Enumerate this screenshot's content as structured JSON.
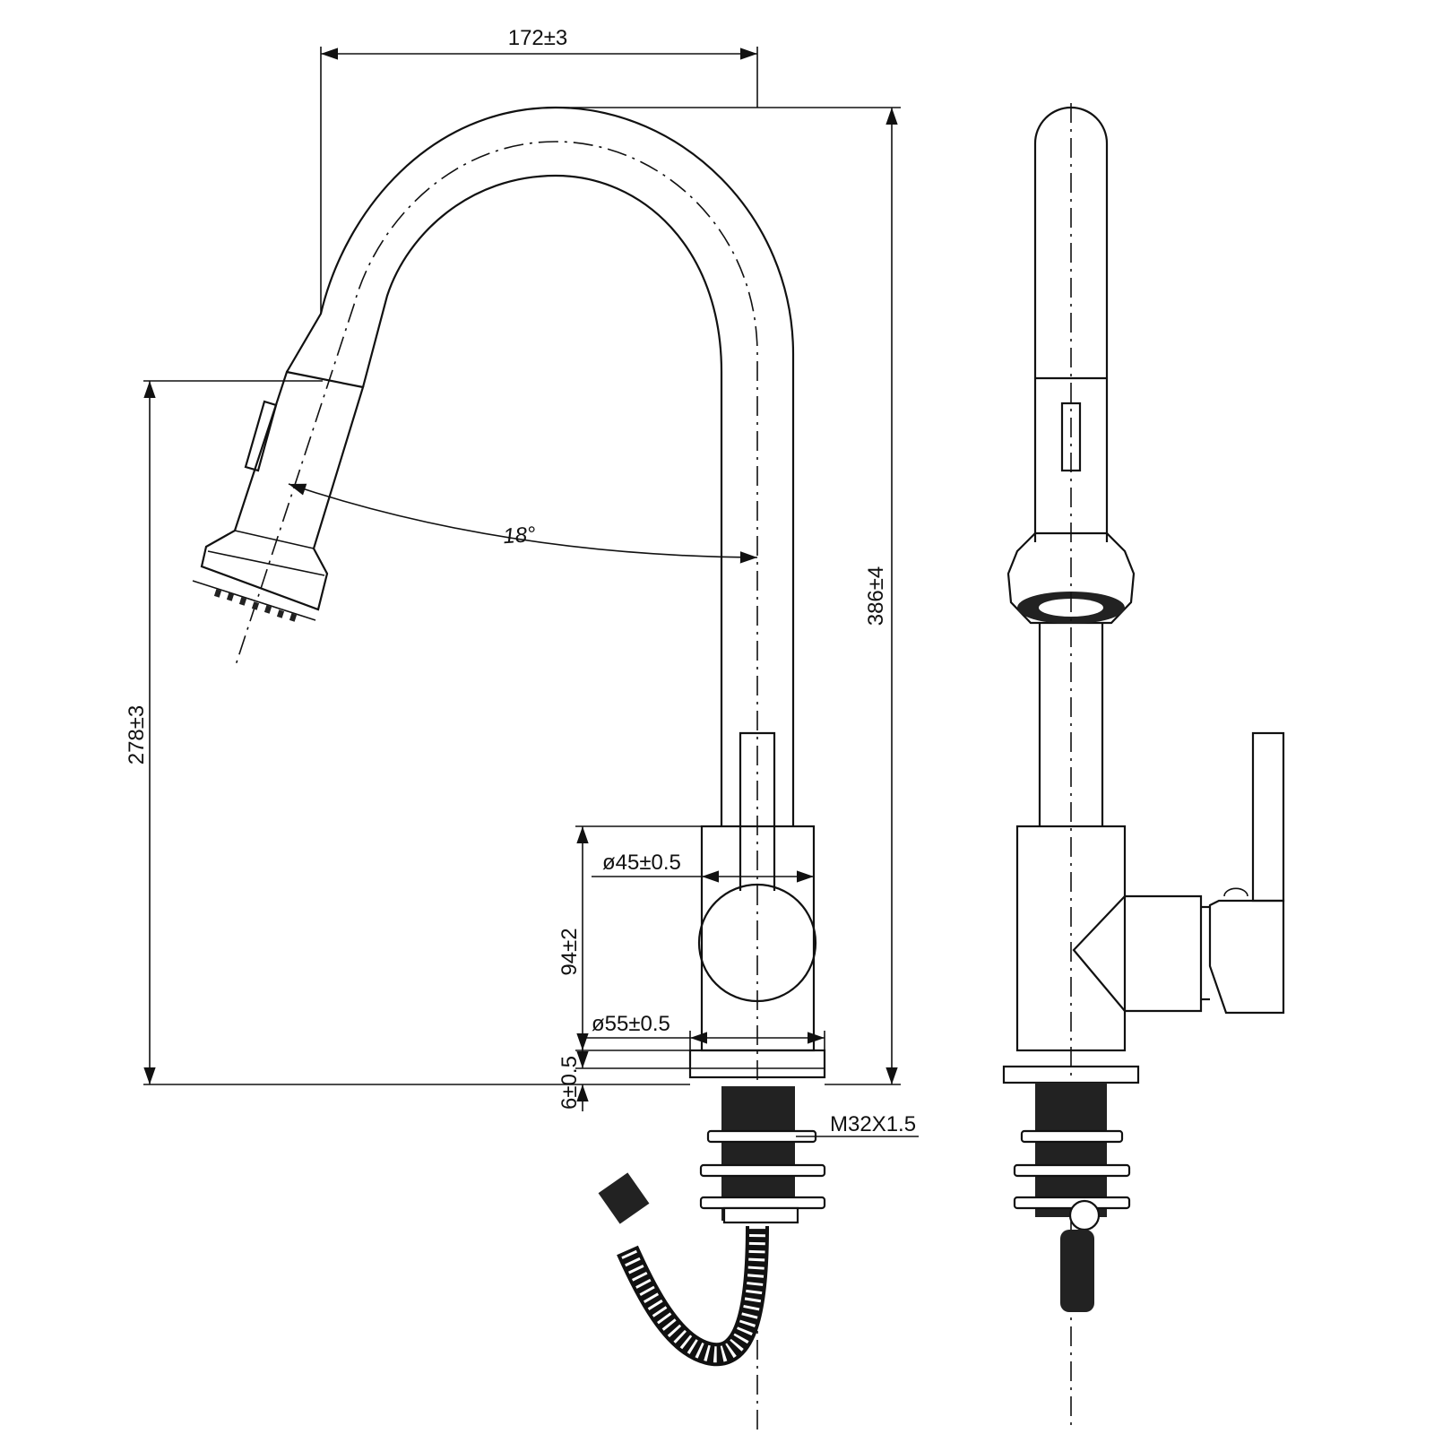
{
  "dimensions": {
    "spout_reach": "172±3",
    "total_height": "386±4",
    "spray_height": "278±3",
    "pullout_angle": "18°",
    "body_diameter": "ø45±0.5",
    "base_diameter": "ø55±0.5",
    "body_height": "94±2",
    "base_thickness": "6±0.5",
    "thread_spec": "M32X1.5"
  },
  "colors": {
    "line": "#111111",
    "background": "#ffffff"
  }
}
